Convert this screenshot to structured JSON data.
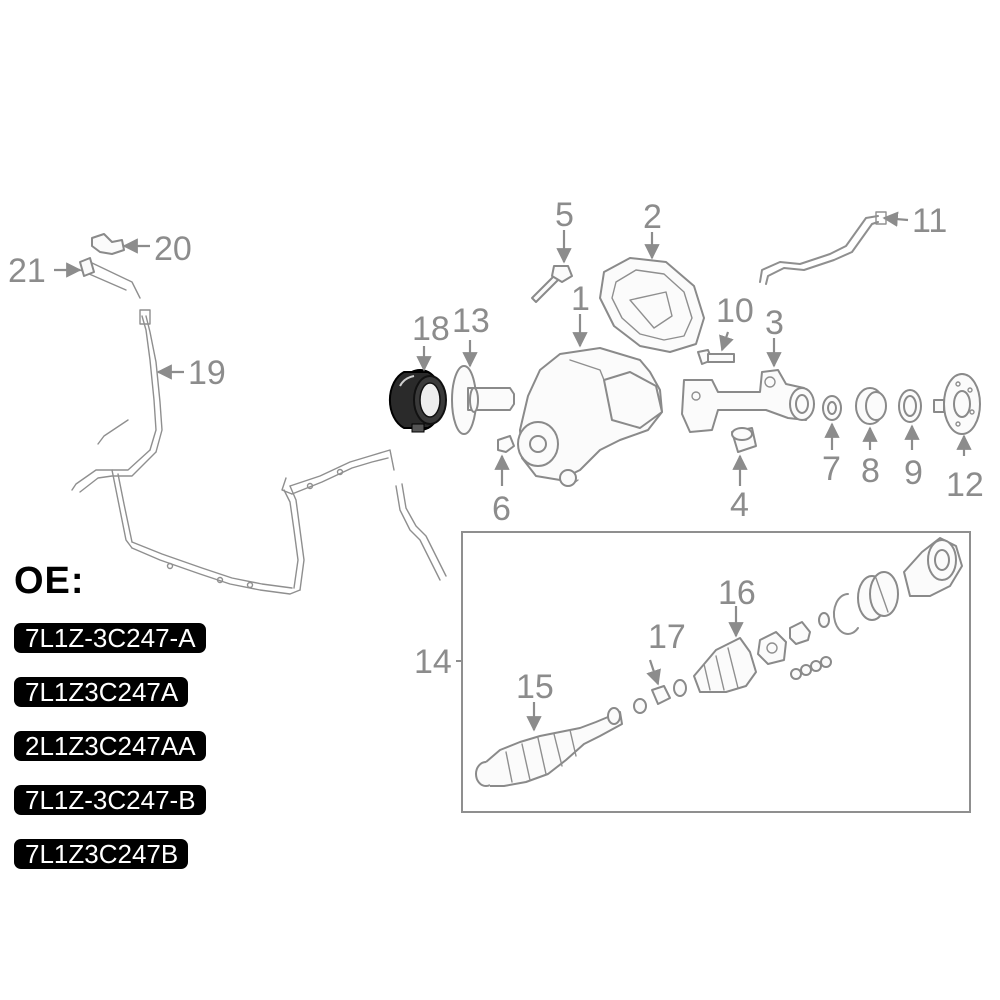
{
  "callouts": {
    "c1": "1",
    "c2": "2",
    "c3": "3",
    "c4": "4",
    "c5": "5",
    "c6": "6",
    "c7": "7",
    "c8": "8",
    "c9": "9",
    "c10": "10",
    "c11": "11",
    "c12": "12",
    "c13": "13",
    "c14": "14",
    "c15": "15",
    "c16": "16",
    "c17": "17",
    "c18": "18",
    "c19": "19",
    "c20": "20",
    "c21": "21"
  },
  "oe": {
    "title": "OE:",
    "numbers": [
      "7L1Z-3C247-A",
      "7L1Z3C247A",
      "2L1Z3C247AA",
      "7L1Z-3C247-B",
      "7L1Z3C247B"
    ]
  },
  "colors": {
    "line": "#8f8f8f",
    "label_bg": "#000000",
    "label_text": "#ffffff",
    "highlight_part": "#1a1a1a"
  }
}
